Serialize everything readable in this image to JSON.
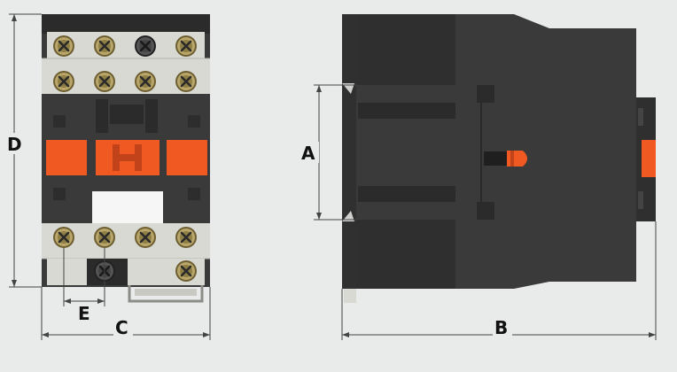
{
  "dimension_labels": {
    "A": "A",
    "B": "B",
    "C": "C",
    "D": "D",
    "E": "E"
  },
  "colors": {
    "background": "#e9ebea",
    "body_dark": "#3a3a3a",
    "body_darker": "#2b2b2b",
    "terminal_strip": "#d9d9d4",
    "screw_brass": "#b8a66a",
    "indicator_orange": "#f05a22",
    "window_white": "#f6f6f6",
    "dimension_line": "#444444"
  },
  "icons": {
    "screw": "screw-terminal-icon"
  }
}
